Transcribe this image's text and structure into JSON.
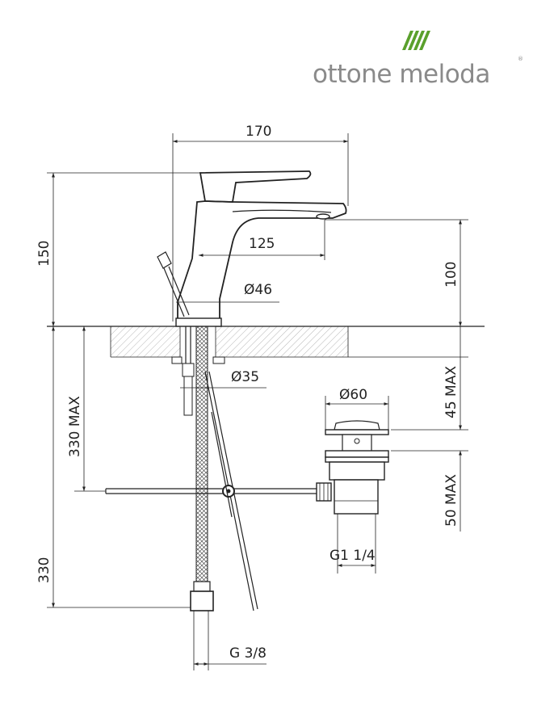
{
  "logo": {
    "brand": "ottone meloda",
    "registered": "®",
    "stripe_color": "#5aa02c"
  },
  "dimensions": {
    "spout_reach": "170",
    "tap_height": "150",
    "outlet_offset": "125",
    "outlet_height": "100",
    "base_diameter": "Ø46",
    "hole_diameter": "Ø35",
    "waste_diameter": "Ø60",
    "deck_max": "45 MAX",
    "waste_max": "50 MAX",
    "drop_max": "330 MAX",
    "hose_length": "330",
    "waste_thread": "G1 1/4",
    "inlet_thread": "G 3/8"
  }
}
